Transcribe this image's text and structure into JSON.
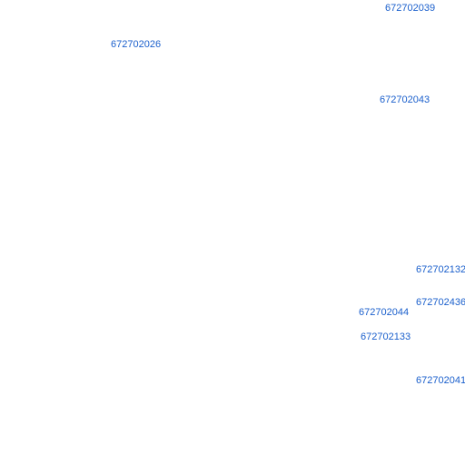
{
  "colors": {
    "label_text": "#1a5fcc",
    "background": "#ffffff"
  },
  "parcel_labels": [
    "672702039",
    "672702026",
    "672702043",
    "672702132",
    "672702436",
    "672702044",
    "672702133",
    "672702041"
  ]
}
